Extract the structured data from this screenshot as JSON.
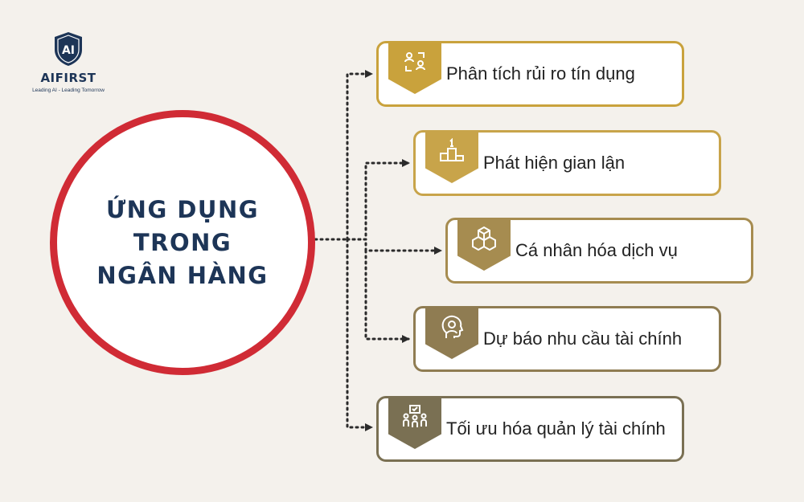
{
  "logo": {
    "mark": "AI",
    "name": "AIFIRST",
    "tagline": "Leading AI - Leading Tomorrow"
  },
  "hub": {
    "lines": [
      "ỨNG DỤNG",
      "TRONG",
      "NGÂN HÀNG"
    ],
    "border_color": "#d02b35",
    "text_color": "#1d3557"
  },
  "items": [
    {
      "label": "Phân tích rủi ro tín dụng",
      "icon": "people-exchange-icon",
      "color": "#c9a23c"
    },
    {
      "label": "Phát hiện gian lận",
      "icon": "podium-icon",
      "color": "#c8a44a"
    },
    {
      "label": "Cá nhân hóa dịch vụ",
      "icon": "cubes-icon",
      "color": "#a68c50"
    },
    {
      "label": "Dự báo nhu cầu tài chính",
      "icon": "head-brain-icon",
      "color": "#8f7c52"
    },
    {
      "label": "Tối ưu hóa quản lý tài chính",
      "icon": "team-meeting-icon",
      "color": "#7a7053"
    }
  ]
}
